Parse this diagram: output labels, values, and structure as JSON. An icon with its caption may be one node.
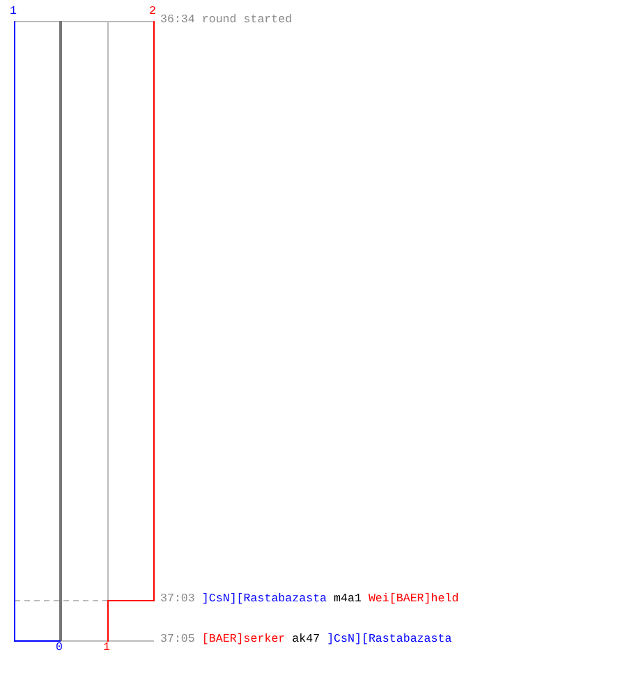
{
  "diagram": {
    "labels": [
      "1",
      "2",
      "36:34 round started",
      "37:03",
      "]CsN][Rastabazasta",
      "m4a1",
      "Wei[BAER]held",
      "37:05",
      "[BAER]serker",
      "ak47",
      "]CsN][Rastabazasta",
      "0",
      "1"
    ]
  }
}
